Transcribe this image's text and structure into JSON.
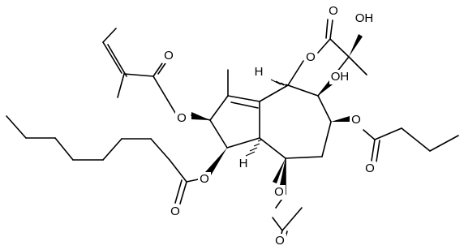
{
  "molecule": {
    "atom_labels": {
      "o_lactone_ring": "O",
      "o_lactone_carbonyl": "O",
      "oh_top": "OH",
      "oh_ring_junction": "OH",
      "h_top": "H",
      "h_bottom": "H",
      "o_angelate_ester": "O",
      "o_angelate_carbonyl": "O",
      "o_octanoate_ester": "O",
      "o_octanoate_carbonyl": "O",
      "o_acetate_ester": "O",
      "o_acetate_carbonyl": "O",
      "o_butyrate_ester": "O",
      "o_butyrate_carbonyl": "O"
    }
  }
}
